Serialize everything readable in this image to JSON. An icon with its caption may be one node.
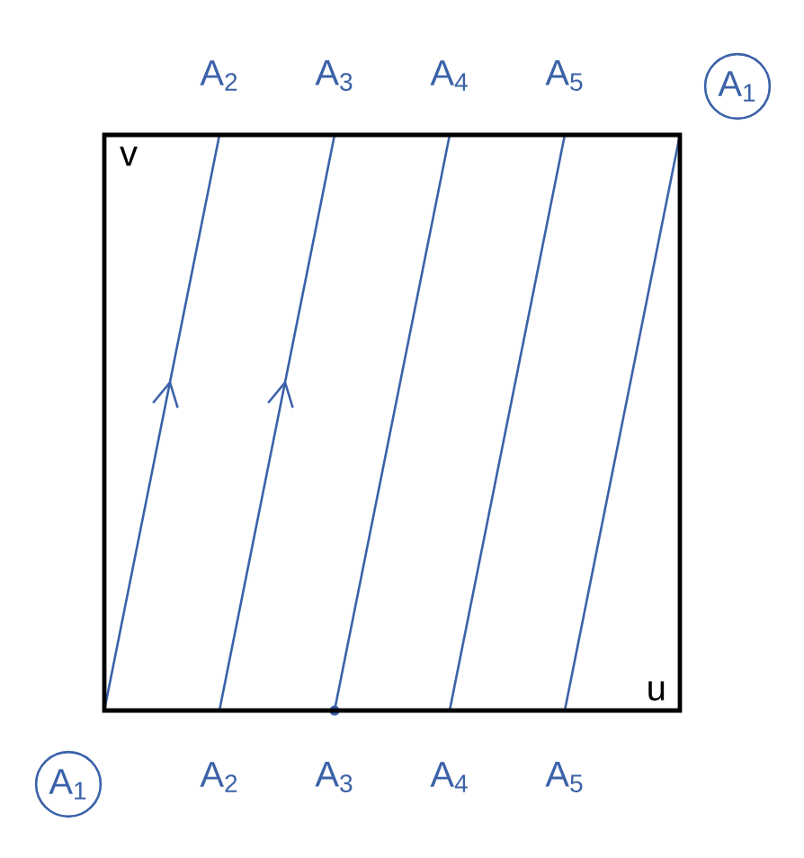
{
  "diagram": {
    "nodes": [
      {
        "text": [
          "v",
          "u"
        ]
      },
      {
        "text": [
          "A$_{1}$"
        ]
      },
      {
        "text": [
          "A$_{1}$"
        ]
      }
    ],
    "labels": [
      "A$_{2}$",
      "A$_{3}$",
      "A$_{4}$",
      "A$_{5}$",
      "A$_{2}$",
      "A$_{3}$",
      "A$_{4}$",
      "A$_{5}$"
    ]
  }
}
